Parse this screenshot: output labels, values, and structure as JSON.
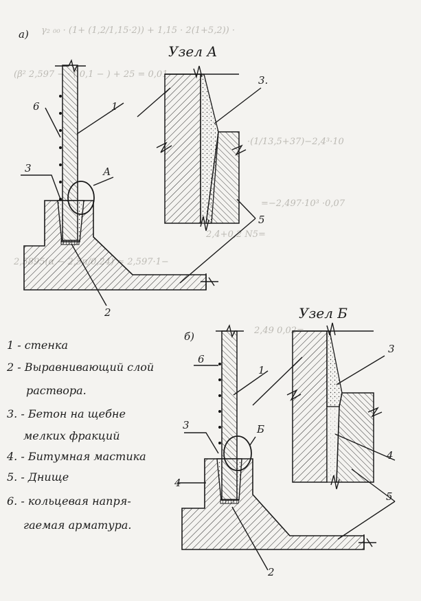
{
  "labels": {
    "view_a": "а)",
    "view_b": "б)",
    "node_a_title": "Узел А",
    "node_b_title": "Узел Б",
    "callout_a": "А",
    "callout_b": "Б",
    "n1": "1",
    "n2": "2",
    "n3": "3",
    "n3_dot": "3.",
    "n4": "4",
    "n5": "5",
    "n6": "6"
  },
  "legend": {
    "items": [
      "1 - стенка",
      "2 - Выравнивающий слой",
      "раствора.",
      "3. - Бетон на щебне",
      "мелких фракций",
      "4. - Битумная мастика",
      "5. - Днище",
      "6. - кольцевая напря-",
      "гаемая арматура."
    ]
  },
  "colors": {
    "ink": "#1a1a1a",
    "paper": "#f4f3f0"
  }
}
